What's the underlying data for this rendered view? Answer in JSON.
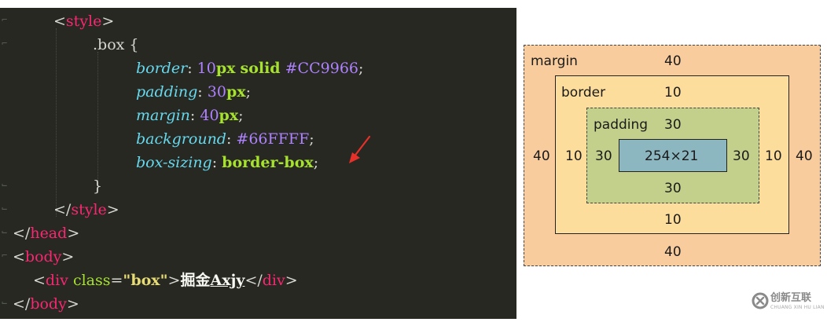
{
  "code": {
    "line1": {
      "open": "<",
      "tag": "style",
      "close": ">"
    },
    "line2": {
      "selector": ".box",
      "brace": "{"
    },
    "line3": {
      "prop": "border",
      "colon": ":",
      "num": "10",
      "unit": "px",
      "kw": "solid",
      "hex": "#CC9966",
      "semi": ";"
    },
    "line4": {
      "prop": "padding",
      "colon": ":",
      "num": "30",
      "unit": "px",
      "semi": ";"
    },
    "line5": {
      "prop": "margin",
      "colon": ":",
      "num": "40",
      "unit": "px",
      "semi": ";"
    },
    "line6": {
      "prop": "background",
      "colon": ":",
      "hex": "#66FFFF",
      "semi": ";"
    },
    "line7": {
      "prop": "box-sizing",
      "colon": ":",
      "kw": "border-box",
      "semi": ";"
    },
    "line8": {
      "brace": "}"
    },
    "line9": {
      "open": "</",
      "tag": "style",
      "close": ">"
    },
    "line10": {
      "open": "</",
      "tag": "head",
      "close": ">"
    },
    "line11": {
      "open": "<",
      "tag": "body",
      "close": ">"
    },
    "line12": {
      "open": "<",
      "tag": "div",
      "attr": "class",
      "eq": "=",
      "value": "\"box\"",
      "close": ">",
      "text1": "掘金",
      "text2": "Axjy",
      "end_open": "</",
      "end_tag": "div",
      "end_close": ">"
    },
    "line13": {
      "open": "</",
      "tag": "body",
      "close": ">"
    }
  },
  "box_model": {
    "margin": {
      "label": "margin",
      "top": "40",
      "left": "40",
      "right": "40",
      "bottom": "40"
    },
    "border": {
      "label": "border",
      "top": "10",
      "left": "10",
      "right": "10",
      "bottom": "10"
    },
    "padding": {
      "label": "padding",
      "top": "30",
      "left": "30",
      "right": "30",
      "bottom": "30"
    },
    "content": {
      "size": "254×21"
    }
  },
  "watermark": {
    "text": "创新互联",
    "sub": "CHUANG XIN HU LIAN"
  },
  "colors": {
    "editor_bg": "#272822",
    "margin": "#f9cc9d",
    "border": "#fddd9b",
    "padding": "#c3d08b",
    "content": "#8cb6c0",
    "arrow": "#e8302a"
  }
}
